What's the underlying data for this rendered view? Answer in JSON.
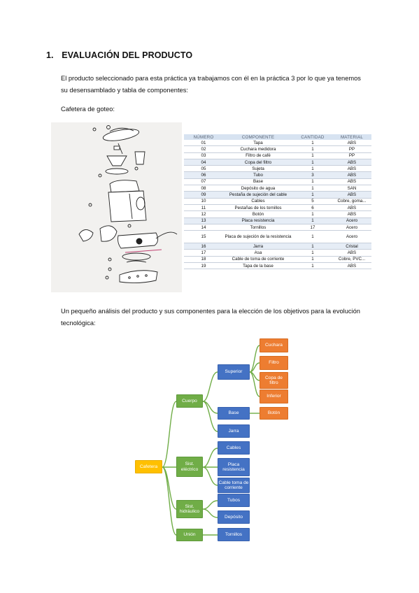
{
  "section": {
    "number": "1.",
    "title": "EVALUACIÓN DEL PRODUCTO"
  },
  "paragraph1": "El producto seleccionado para esta práctica ya trabajamos con él en la práctica 3 por lo que ya tenemos su desensamblado y tabla de componentes:",
  "caption": "Cafetera de goteo:",
  "table": {
    "headers": [
      "NÚMERO",
      "COMPONENTE",
      "CANTIDAD",
      "MATERIAL"
    ],
    "rows": [
      [
        "01",
        "Tapa",
        "1",
        "ABS"
      ],
      [
        "02",
        "Cuchara medidora",
        "1",
        "PP"
      ],
      [
        "03",
        "Filtro de café",
        "1",
        "PP"
      ],
      [
        "04",
        "Copa del filtro",
        "1",
        "ABS"
      ],
      [
        "05",
        "Sujeta",
        "1",
        "ABS"
      ],
      [
        "06",
        "Tubo",
        "3",
        "ABS"
      ],
      [
        "07",
        "Base",
        "1",
        "ABS"
      ],
      [
        "08",
        "Depósito de agua",
        "1",
        "SAN"
      ],
      [
        "09",
        "Pestaña de sujeción del cable",
        "1",
        "ABS"
      ],
      [
        "10",
        "Cables",
        "5",
        "Cobre, goma..."
      ],
      [
        "11",
        "Pestañas de los tornillos",
        "6",
        "ABS"
      ],
      [
        "12",
        "Botón",
        "1",
        "ABS"
      ],
      [
        "13",
        "Placa resistencia",
        "1",
        "Acero"
      ],
      [
        "14",
        "Tornillos",
        "17",
        "Acero"
      ],
      [
        "15",
        "Placa de sujeción de la resistencia",
        "1",
        "Acero"
      ],
      [
        "16",
        "Jarra",
        "1",
        "Cristal"
      ],
      [
        "17",
        "Asa",
        "1",
        "ABS"
      ],
      [
        "18",
        "Cable de toma de corriente",
        "1",
        "Cobre, PVC..."
      ],
      [
        "19",
        "Tapa de la base",
        "1",
        "ABS"
      ]
    ]
  },
  "paragraph2": "Un pequeño análisis del producto y sus componentes para la elección de los objetivos para la evolución tecnológica:",
  "tree": {
    "root": "Cafetera",
    "cuerpo": "Cuerpo",
    "superior": "Superior",
    "cuchara": "Cuchara",
    "filtro": "Filtro",
    "copa": "Copa de filtro",
    "inferior": "Inferior",
    "base": "Base",
    "boton": "Botón",
    "jarra": "Jarra",
    "sist_electrico": "Sist. eléctrico",
    "cables": "Cables",
    "placa": "Placa resistencia",
    "cable_toma": "Cable toma de corriente",
    "sist_hidraulico": "Sist. hidráulico",
    "tubos": "Tubos",
    "deposito": "Depósito",
    "union": "Unión",
    "tornillos": "Tornillos"
  },
  "colors": {
    "root": "#ffc000",
    "level1": "#70ad47",
    "level2": "#4472c4",
    "level3": "#ed7d31",
    "connector": "#70ad47"
  }
}
